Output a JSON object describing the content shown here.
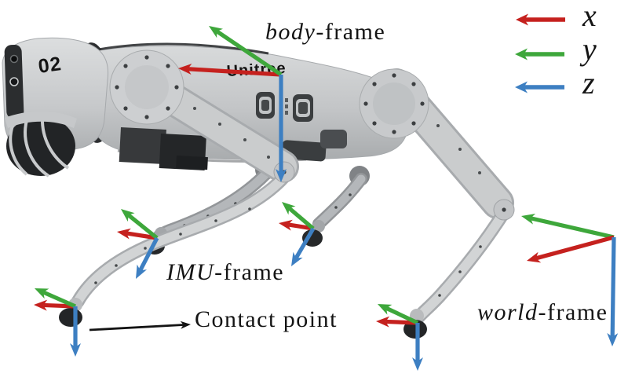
{
  "figure": {
    "legend": {
      "items": [
        {
          "label": "x",
          "axis": "x"
        },
        {
          "label": "y",
          "axis": "y"
        },
        {
          "label": "z",
          "axis": "z"
        }
      ]
    },
    "labels": {
      "body_frame": {
        "em": "body",
        "suffix": "-frame"
      },
      "imu_frame": {
        "em": "IMU",
        "suffix": "-frame"
      },
      "world_frame": {
        "em": "world",
        "suffix": "-frame"
      },
      "contact_point": "Contact point"
    }
  },
  "colors": {
    "x": "#c5211e",
    "y": "#3ea73b",
    "z": "#3d7fc2",
    "annotation": "#141414"
  },
  "robot": {
    "brand": "Unitree",
    "unit_number": "02"
  }
}
